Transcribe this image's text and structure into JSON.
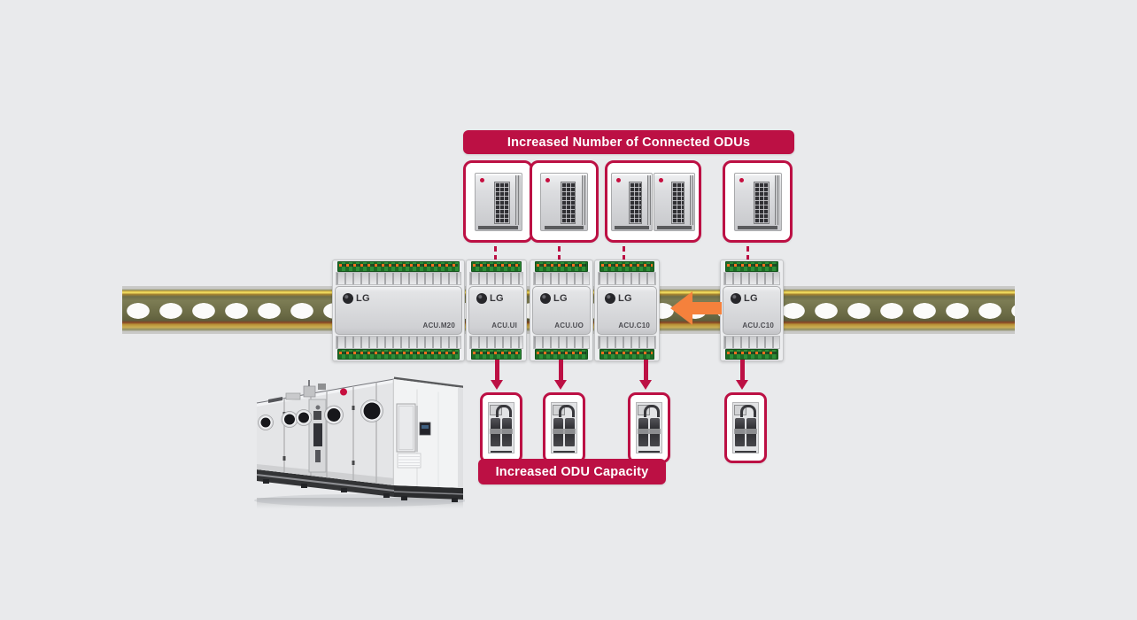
{
  "diagram": {
    "brand_text": "LG",
    "top_banner_label": "Increased Number of Connected ODUs",
    "bottom_banner_label": "Increased ODU Capacity"
  },
  "modules": [
    {
      "label": "ACU.M20"
    },
    {
      "label": "ACU.UI"
    },
    {
      "label": "ACU.UO"
    },
    {
      "label": "ACU.C10"
    },
    {
      "label": "ACU.C10"
    }
  ],
  "odu_groups": [
    {
      "odu_count": 1
    },
    {
      "odu_count": 1
    },
    {
      "odu_count": 2
    },
    {
      "odu_count": 1
    }
  ],
  "capacity_row": {
    "unit_count": 4
  },
  "colors": {
    "background": "#e9eaec",
    "accent_crimson": "#bc1044",
    "accent_orange": "#f5813c",
    "rail_gold": "#d8b845",
    "rail_olive": "#6f6f49",
    "lg_red": "#c60f3f"
  }
}
